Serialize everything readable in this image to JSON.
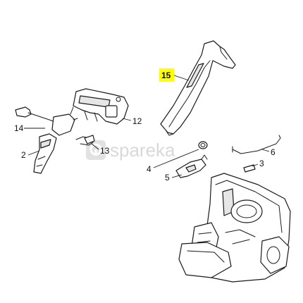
{
  "watermark": {
    "text": "spareka"
  },
  "highlight_color": "#ffff00",
  "callouts": {
    "c15": "15",
    "c12": "12",
    "c14": "14",
    "c13": "13",
    "c2": "2",
    "c6": "6",
    "c3": "3",
    "c4": "4",
    "c5": "5"
  }
}
